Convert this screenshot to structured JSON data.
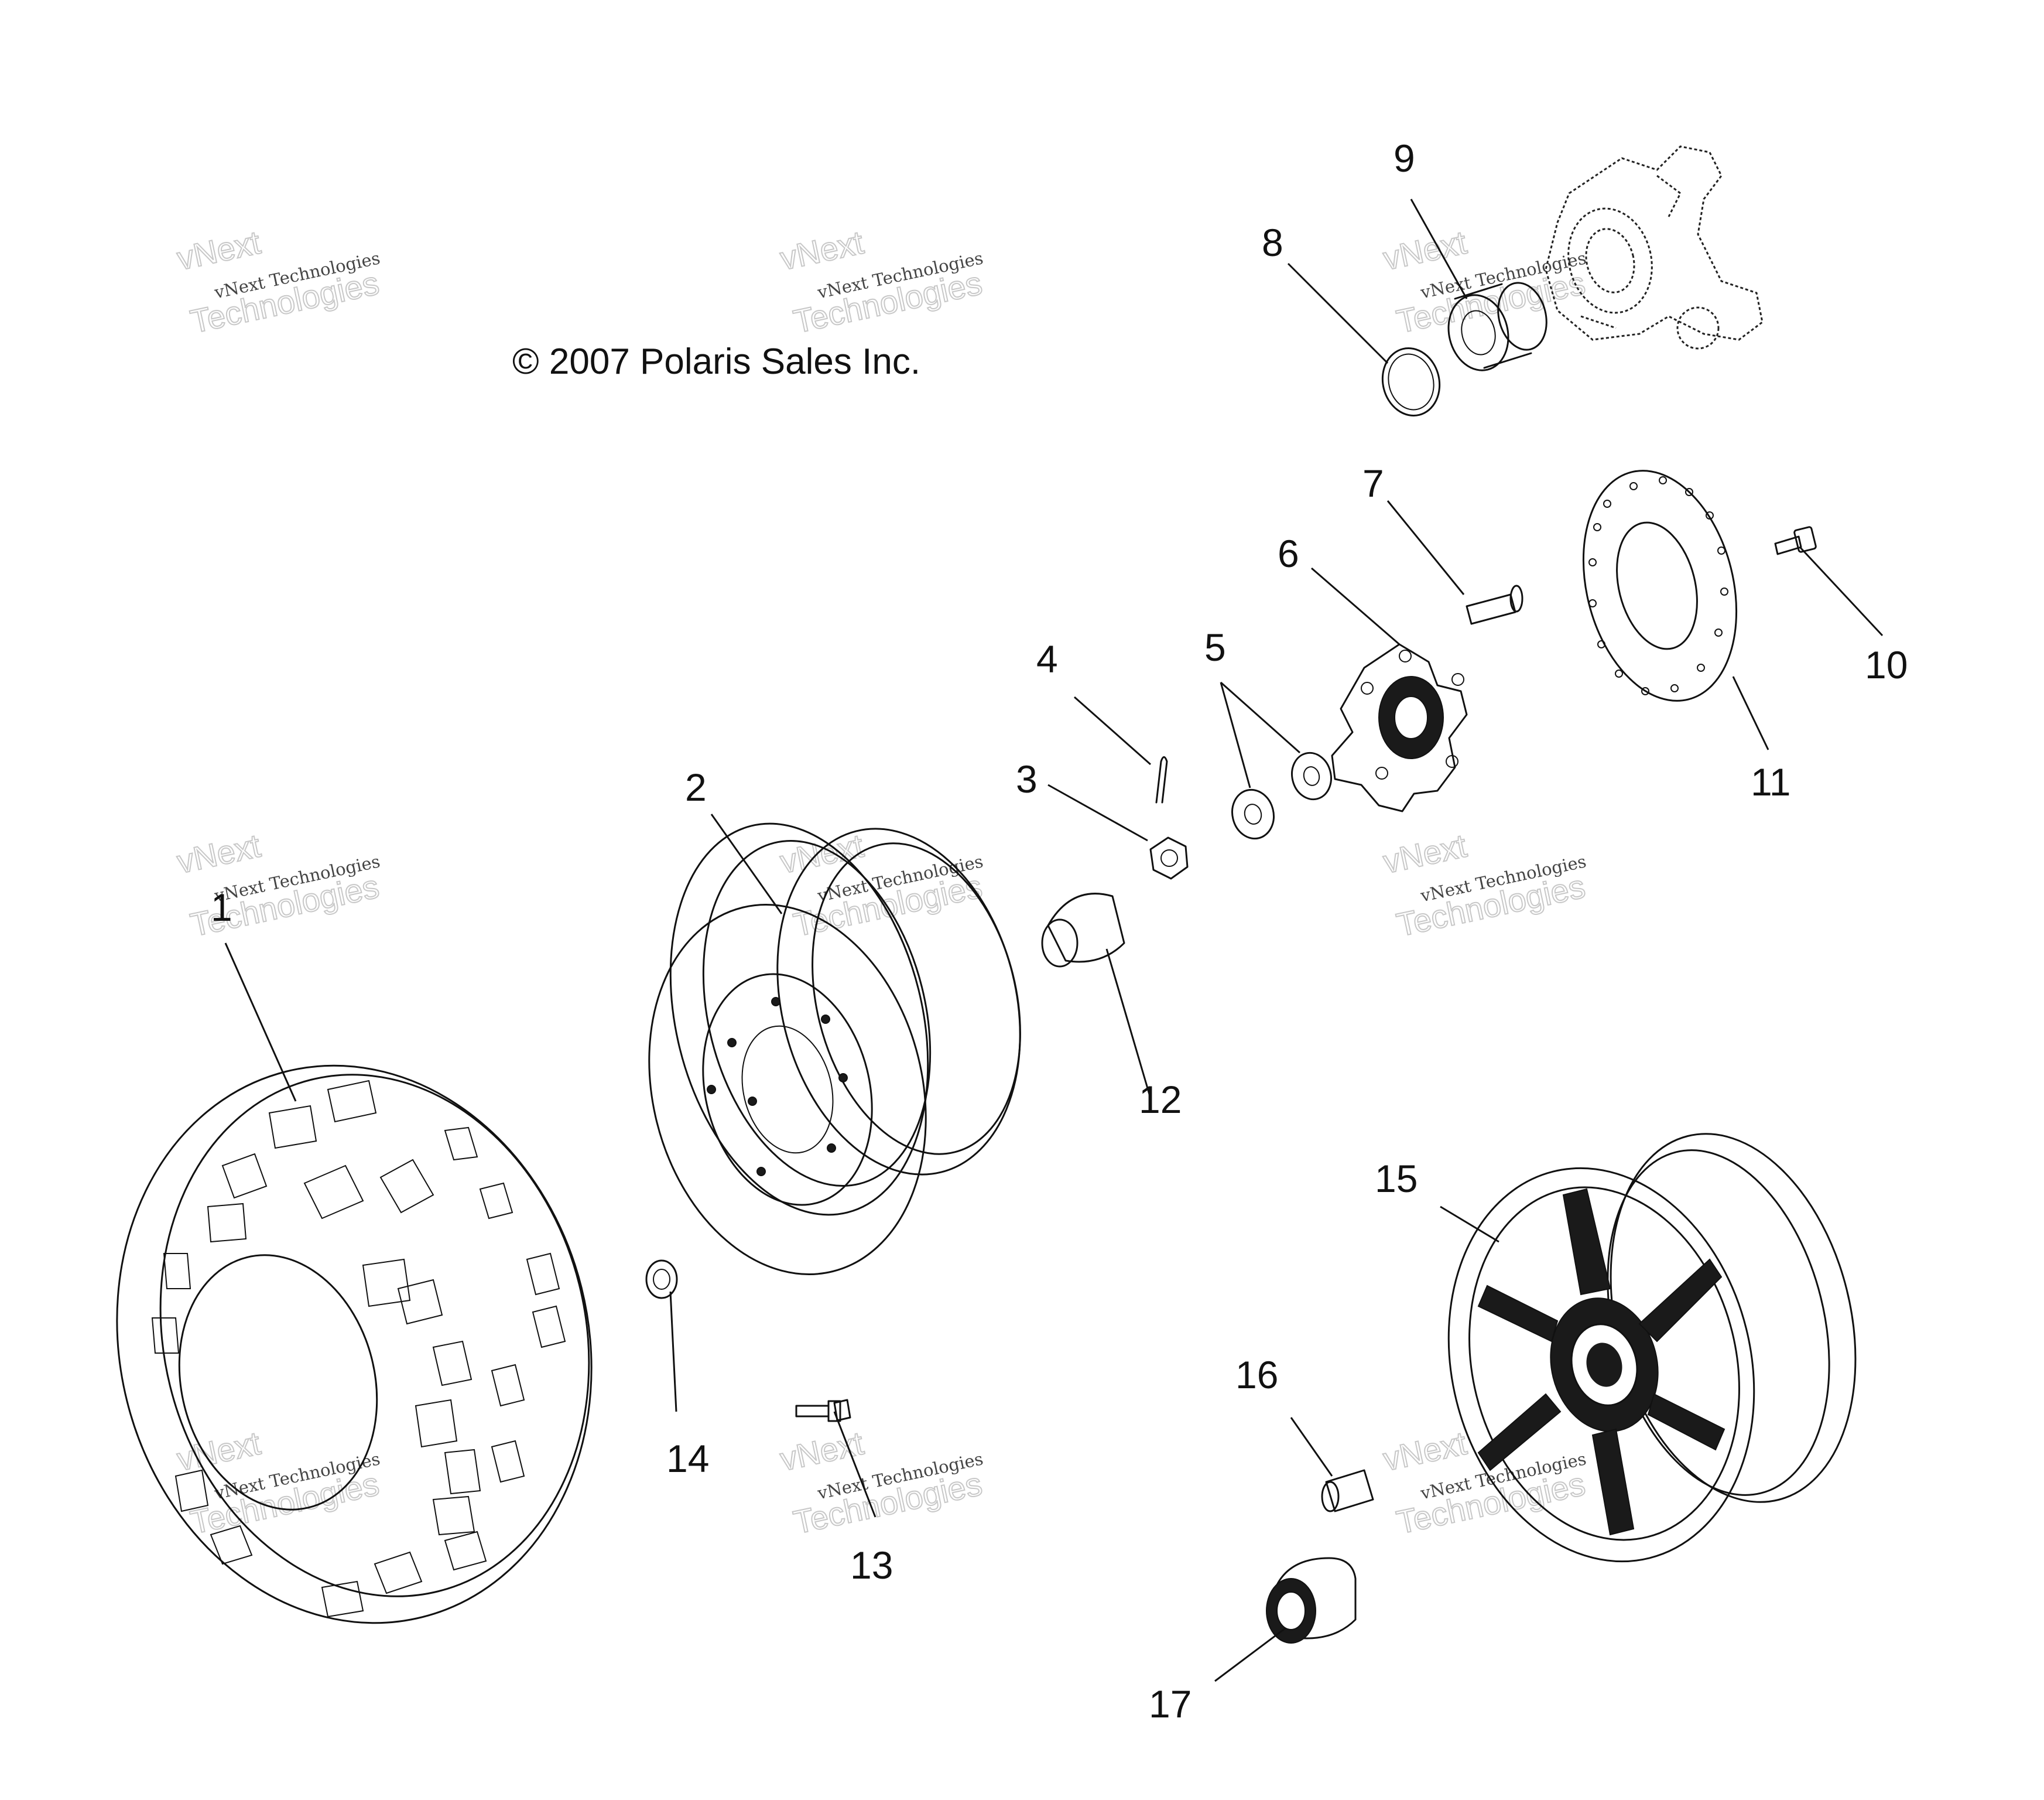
{
  "copyright": "© 2007 Polaris Sales Inc.",
  "watermark": {
    "top_line": "vNext",
    "small_line": "vNext Technologies",
    "big_line": "Technologies"
  },
  "callouts": [
    "1",
    "2",
    "3",
    "4",
    "5",
    "6",
    "7",
    "8",
    "9",
    "10",
    "11",
    "12",
    "13",
    "14",
    "15",
    "16",
    "17"
  ]
}
